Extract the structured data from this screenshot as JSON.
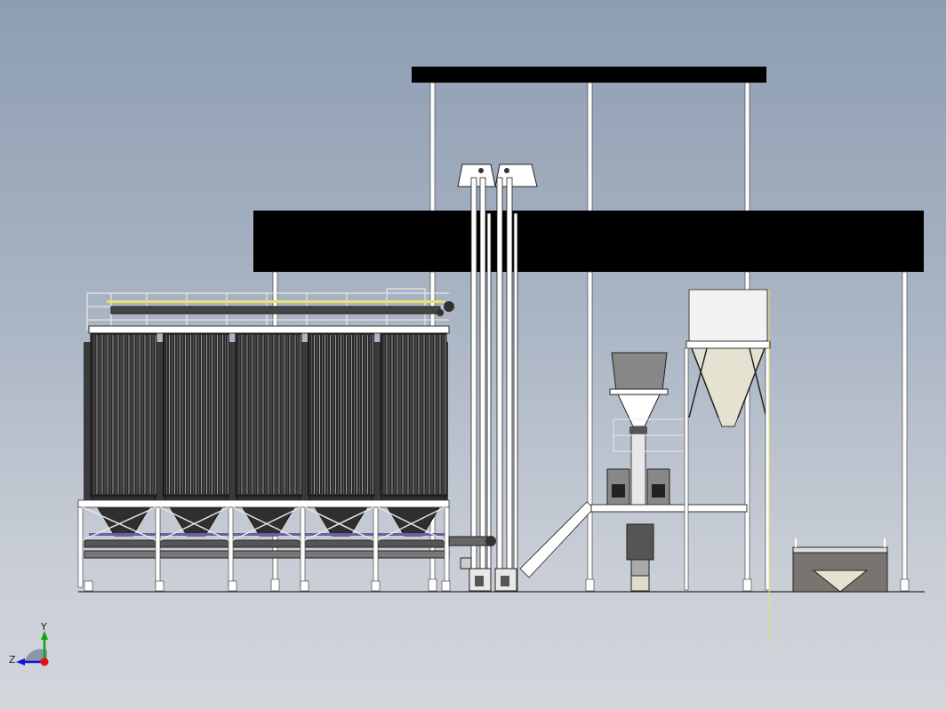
{
  "scene": {
    "title": "",
    "colors": {
      "background_top": "#8e9db2",
      "background_bottom": "#d3d6db",
      "roof": "#000000",
      "steel": "#ffffff",
      "silo_dark": "#2b2b2b",
      "hopper_light": "#e6e2d2",
      "bin_brown": "#7a7470",
      "accent_yellow": "#e8e070"
    },
    "silo_count": 5
  },
  "triad": {
    "x_label": "",
    "y_label": "Y",
    "z_label": "Z",
    "x_color": "#e01010",
    "y_color": "#10a010",
    "z_color": "#1010e0"
  }
}
